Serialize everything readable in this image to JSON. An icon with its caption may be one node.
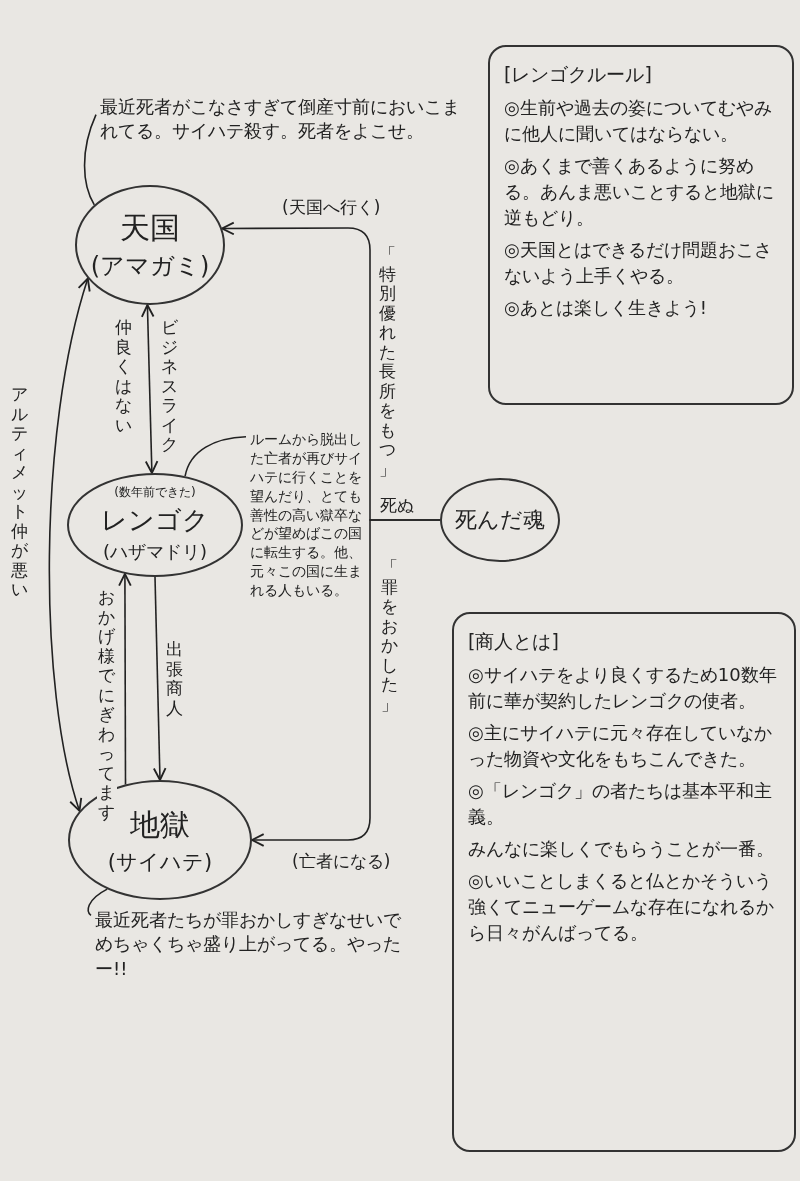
{
  "diagram": {
    "nodes": [
      {
        "text": [
          "天国",
          "(アマガミ)"
        ]
      },
      {
        "text": [
          "(数年前できた)",
          "レンゴク",
          "(ハザマドリ)"
        ]
      },
      {
        "text": [
          "地獄",
          "(サイハテ)"
        ]
      },
      {
        "text": [
          "死んだ魂"
        ]
      },
      {
        "text": [
          "[レンゴクルール]",
          "◎生前や過去の姿についてむやみに他人に聞いてはならない。",
          "◎あくまで善くあるように努める。あんま悪いことすると地獄に逆もどり。",
          "◎天国とはできるだけ問題おこさないよう上手くやる。",
          "◎あとは楽しく生きよう!"
        ]
      },
      {
        "text": [
          "[商人とは]",
          "◎サイハテをより良くするため10数年前に華が契約したレンゴクの使者。",
          "◎主にサイハテに元々存在していなかった物資や文化をもちこんできた。",
          "◎「レンゴク」の者たちは基本平和主義。",
          "みんなに楽しくでもらうことが一番。",
          "◎いいことしまくると仏とかそういう強くてニューゲームな存在になれるから日々がんばってる。"
        ]
      },
      {
        "text": [
          "最近死者がこなさすぎて倒産寸前においこまれてる。サイハテ殺す。死者をよこせ。"
        ]
      },
      {
        "text": [
          "ルームから脱出した亡者が再びサイハテに行くことを望んだり、とても善性の高い獄卒などが望めばこの国に転生する。他、元々この国に生まれる人もいる。"
        ]
      },
      {
        "text": [
          "最近死者たちが罪おかしすぎなせいでめちゃくちゃ盛り上がってる。やったー!!"
        ]
      }
    ],
    "edges": [
      {
        "from": 0,
        "to": 1,
        "arrow": "both",
        "label": "ビジネスライク"
      },
      {
        "from": 0,
        "to": 2,
        "arrow": "both",
        "label": "アルティメット仲が悪い"
      },
      {
        "from": 2,
        "to": 1,
        "arrow": "to",
        "label": "おかげ様でにぎわってます"
      },
      {
        "from": 1,
        "to": 2,
        "arrow": "to",
        "label": "出張商人"
      },
      {
        "from": 3,
        "to": 0,
        "arrow": "to",
        "label": "(天国へ行く)"
      },
      {
        "from": 3,
        "to": 2,
        "arrow": "to",
        "label": "(亡者になる)"
      },
      {
        "from": 6,
        "to": 0,
        "arrow": "none"
      },
      {
        "from": 7,
        "to": 1,
        "arrow": "none"
      },
      {
        "from": 8,
        "to": 2,
        "arrow": "none"
      }
    ],
    "labels": [
      "「特別優れた長所をもつ」",
      "仲良くはない",
      "死ぬ",
      "「罪をおかした」"
    ]
  }
}
